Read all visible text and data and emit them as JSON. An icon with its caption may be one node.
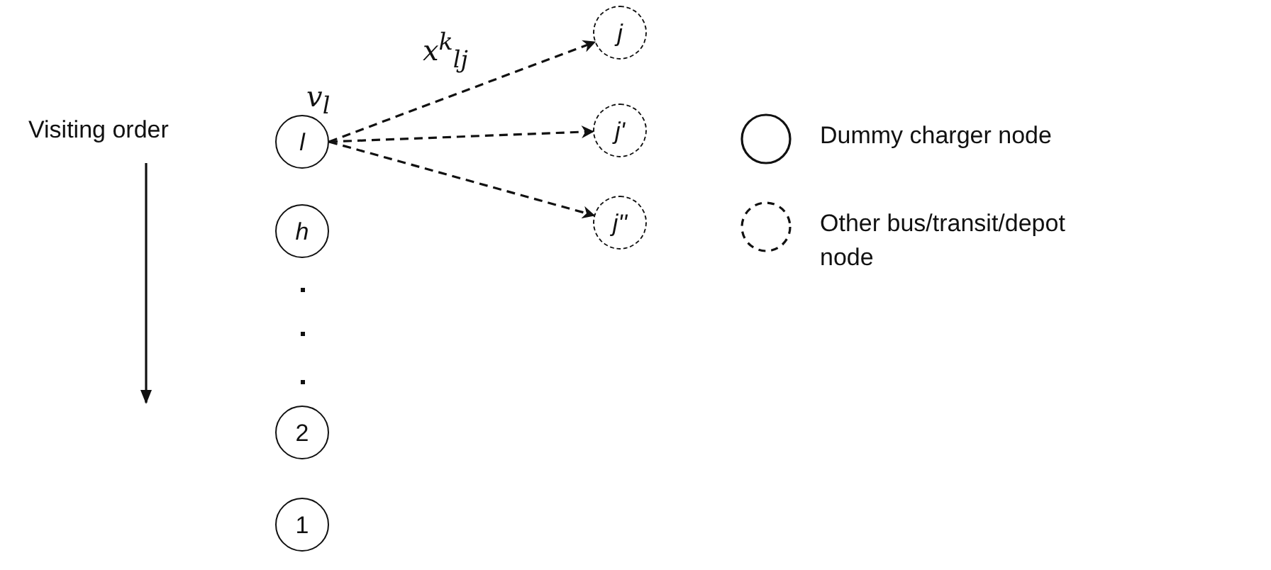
{
  "diagram": {
    "nodes": [
      {
        "text": [
          "l"
        ]
      },
      {
        "text": [
          "h"
        ]
      },
      {
        "text": [
          "2"
        ]
      },
      {
        "text": [
          "1"
        ]
      },
      {
        "text": [
          "j"
        ]
      },
      {
        "text": [
          "j'"
        ]
      },
      {
        "text": [
          "j''"
        ]
      }
    ],
    "edges": [
      {
        "from": 0,
        "to": 4,
        "arrow": "to",
        "style": "dashed",
        "label": "x$^{k}$$_{lj}$"
      },
      {
        "from": 0,
        "to": 5,
        "arrow": "to",
        "style": "dashed"
      },
      {
        "from": 0,
        "to": 6,
        "arrow": "to",
        "style": "dashed"
      }
    ],
    "labels": [
      "Visiting order",
      "v$_{l}$"
    ],
    "legend": [
      {
        "text": "Dummy charger node"
      },
      {
        "text": "Other bus/transit/depot node"
      }
    ]
  }
}
